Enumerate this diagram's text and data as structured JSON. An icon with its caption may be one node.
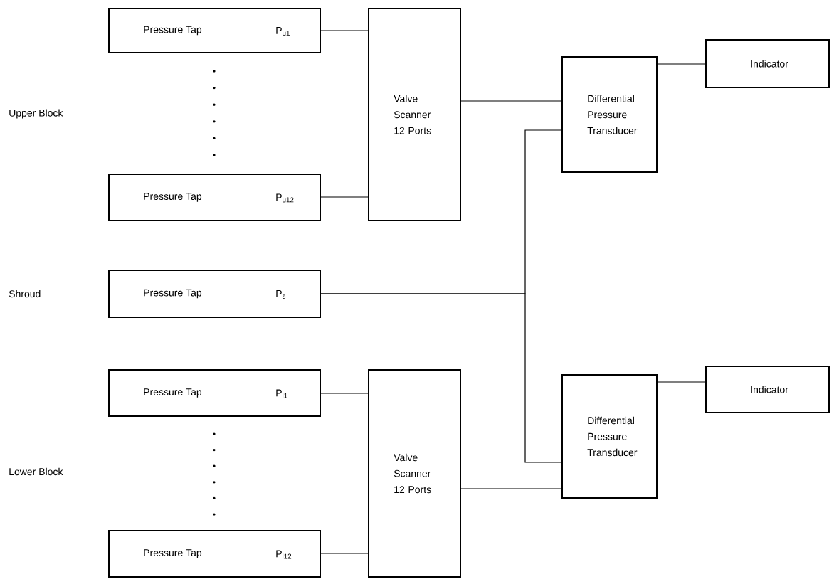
{
  "diagram": {
    "nodes": [
      {
        "text": [
          "Pressure Tap",
          "P$_{u1}$"
        ]
      },
      {
        "text": [
          "Pressure Tap",
          "P$_{u12}$"
        ]
      },
      {
        "text": [
          "Valve Scanner 12 Ports"
        ]
      },
      {
        "text": [
          "Differential Pressure Transducer"
        ]
      },
      {
        "text": [
          "Indicator"
        ]
      },
      {
        "text": [
          "Pressure Tap",
          "P$_{s}$"
        ]
      },
      {
        "text": [
          "Pressure Tap",
          "P$_{l1}$"
        ]
      },
      {
        "text": [
          "Pressure Tap",
          "P$_{l12}$"
        ]
      },
      {
        "text": [
          "Valve Scanner 12 Ports"
        ]
      },
      {
        "text": [
          "Differential Pressure Transducer"
        ]
      },
      {
        "text": [
          "Indicator"
        ]
      }
    ],
    "edges": [
      {
        "from": 0,
        "to": 2,
        "arrow": "none"
      },
      {
        "from": 1,
        "to": 2,
        "arrow": "none"
      },
      {
        "from": 2,
        "to": 3,
        "arrow": "none"
      },
      {
        "from": 3,
        "to": 4,
        "arrow": "none"
      },
      {
        "from": 5,
        "to": 3,
        "arrow": "none"
      },
      {
        "from": 5,
        "to": 9,
        "arrow": "none"
      },
      {
        "from": 6,
        "to": 8,
        "arrow": "none"
      },
      {
        "from": 7,
        "to": 8,
        "arrow": "none"
      },
      {
        "from": 8,
        "to": 9,
        "arrow": "none"
      },
      {
        "from": 9,
        "to": 10,
        "arrow": "none"
      }
    ],
    "labels": [
      "Upper Block",
      "Shroud",
      "Lower Block"
    ]
  }
}
